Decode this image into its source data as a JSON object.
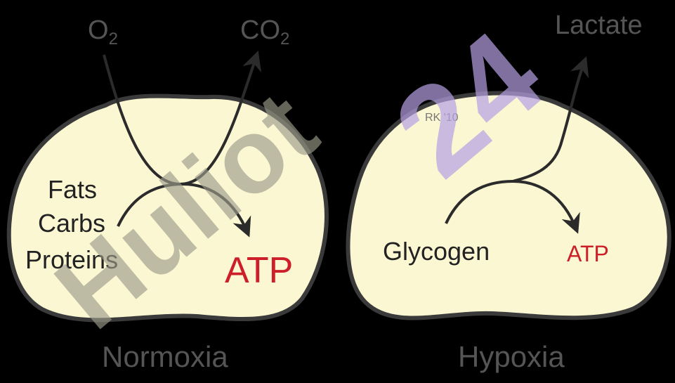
{
  "colors": {
    "background": "#000000",
    "cell_fill": "#fbf7d2",
    "cell_outline": "#3a3a3a",
    "arrow": "#2b2b2b",
    "gray_label": "#555555",
    "atp_red": "#cc1f2a",
    "watermark_purple": "#b6a0e4",
    "watermark_gray": "#9b9b8a"
  },
  "normoxia": {
    "o2_base": "O",
    "o2_sub": "2",
    "co2_base": "CO",
    "co2_sub": "2",
    "fats": "Fats",
    "carbs": "Carbs",
    "proteins": "Proteins",
    "atp": "ATP",
    "caption": "Normoxia"
  },
  "hypoxia": {
    "lactate": "Lactate",
    "glycogen": "Glycogen",
    "atp": "ATP",
    "caption": "Hypoxia",
    "signature": "RK '10"
  },
  "watermark": {
    "purple_text": "24",
    "gray_text": "Huliot"
  }
}
